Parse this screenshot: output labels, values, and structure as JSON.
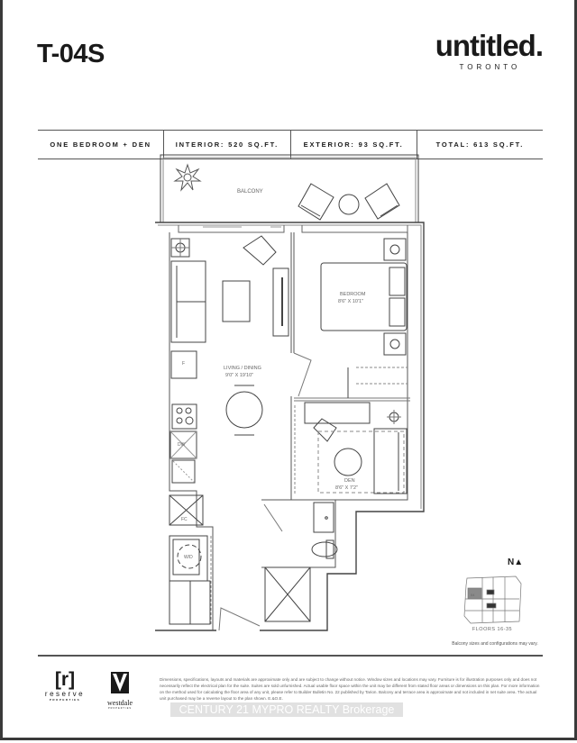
{
  "header": {
    "unit_title": "T-04S",
    "brand": {
      "name": "untitled.",
      "city": "TORONTO"
    }
  },
  "info_bar": [
    {
      "label": "ONE BEDROOM + DEN"
    },
    {
      "label": "INTERIOR: 520 SQ.FT."
    },
    {
      "label": "EXTERIOR: 93 SQ.FT."
    },
    {
      "label": "TOTAL: 613 SQ.FT."
    }
  ],
  "plan": {
    "rooms": {
      "balcony": "BALCONY",
      "living": {
        "name": "LIVING / DINING",
        "size": "9'0\" X 19'10\""
      },
      "bedroom": {
        "name": "BEDROOM",
        "size": "8'6\" X 10'1\""
      },
      "den": {
        "name": "DEN",
        "size": "8'6\" X 7'2\""
      }
    },
    "fixtures": {
      "fridge": "F",
      "dishwasher": "DW",
      "closet": "FC",
      "washer_dryer": "W/D"
    }
  },
  "key_plan": {
    "north": "N▲",
    "unit_tag": "04",
    "floors": "FLOORS 16-35",
    "note": "Balcony sizes and configurations may vary.",
    "highlight_color": "#8a8a8a"
  },
  "footer": {
    "developer1": {
      "mark": "[r]",
      "name": "reserve",
      "sub": "PROPERTIES"
    },
    "developer2": {
      "name": "westdale",
      "sub": "PROPERTIES"
    },
    "disclaimer": "Dimensions, specifications, layouts and materials are approximate only and are subject to change without notice. Window sizes and locations may vary. Furniture is for illustration purposes only and does not necessarily reflect the electrical plan for the suite. Suites are sold unfurnished. Actual usable floor space within the unit may be different from stated floor areas or dimensions on this plan. For more information on the method used for calculating the floor area of any unit, please refer to Builder Bulletin No. 22 published by Tarion. Balcony and terrace area is approximate and not included in net suite area. The actual unit purchased may be a reverse layout to the plan shown. E.&O.E.",
    "watermark": "CENTURY 21 MYPRO REALTY Brokerage"
  }
}
